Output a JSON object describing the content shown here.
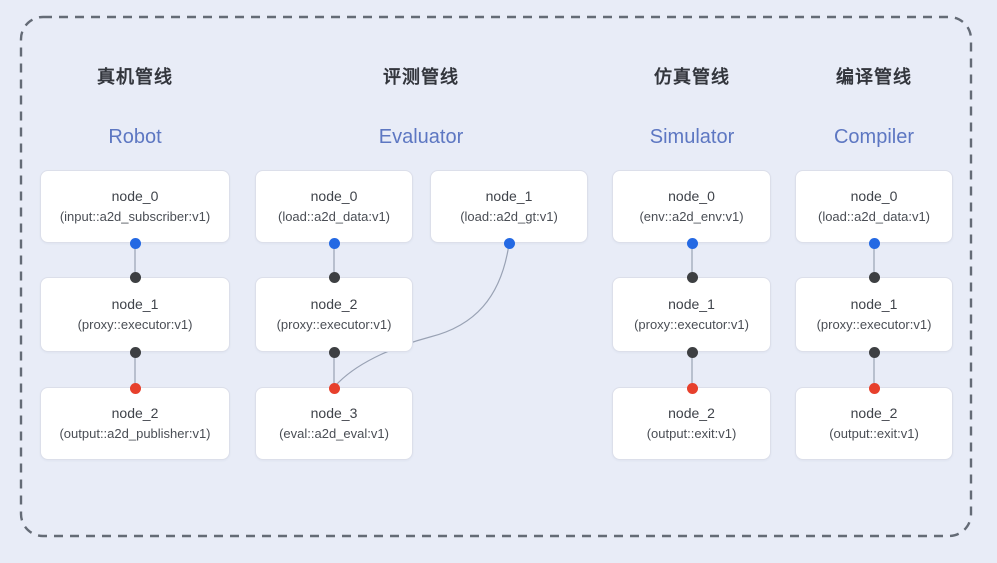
{
  "figure": {
    "background_color": "#e8ecf7",
    "frame_border_color": "#646b76",
    "node_fill_color": "#ffffff",
    "node_border_color": "#dcdfea",
    "edge_color": "#99a2b4",
    "title_en_color": "#5d77c2",
    "port_colors": {
      "input_port": "#2469e3",
      "intermediate_port": "#3d3f42",
      "output_port": "#e7402c"
    }
  },
  "pipelines": [
    {
      "title_zh": "真机管线",
      "title_en": "Robot",
      "nodes": [
        {
          "name": "node_0",
          "impl": "(input::a2d_subscriber:v1)"
        },
        {
          "name": "node_1",
          "impl": "(proxy::executor:v1)"
        },
        {
          "name": "node_2",
          "impl": "(output::a2d_publisher:v1)"
        }
      ]
    },
    {
      "title_zh": "评测管线",
      "title_en": "Evaluator",
      "nodes": [
        {
          "name": "node_0",
          "impl": "(load::a2d_data:v1)"
        },
        {
          "name": "node_1",
          "impl": "(load::a2d_gt:v1)"
        },
        {
          "name": "node_2",
          "impl": "(proxy::executor:v1)"
        },
        {
          "name": "node_3",
          "impl": "(eval::a2d_eval:v1)"
        }
      ]
    },
    {
      "title_zh": "仿真管线",
      "title_en": "Simulator",
      "nodes": [
        {
          "name": "node_0",
          "impl": "(env::a2d_env:v1)"
        },
        {
          "name": "node_1",
          "impl": "(proxy::executor:v1)"
        },
        {
          "name": "node_2",
          "impl": "(output::exit:v1)"
        }
      ]
    },
    {
      "title_zh": "编译管线",
      "title_en": "Compiler",
      "nodes": [
        {
          "name": "node_0",
          "impl": "(load::a2d_data:v1)"
        },
        {
          "name": "node_1",
          "impl": "(proxy::executor:v1)"
        },
        {
          "name": "node_2",
          "impl": "(output::exit:v1)"
        }
      ]
    }
  ]
}
